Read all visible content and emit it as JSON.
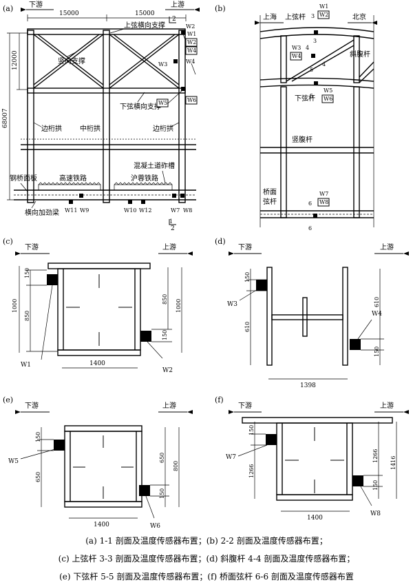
{
  "panels": {
    "a": {
      "label": "(a)",
      "downstream": "下游",
      "upstream": "上游",
      "dim_left": "15000",
      "dim_right": "15000",
      "dim_height": "12000",
      "dim_total": "68007",
      "upper_bracing": "上弦横向支撑",
      "vertical_bracing": "竖向支撑",
      "lower_bracing": "下弦横向支撑",
      "side_truss_left": "边桁拱",
      "mid_truss": "中桁拱",
      "side_truss_right": "边桁拱",
      "concrete_trough": "混凝土道砟槽",
      "steel_deck": "钢桥面板",
      "high_speed": "高速铁路",
      "hurong": "沪蓉铁路",
      "stiff_beam": "横向加劲梁",
      "sec2_top": "2",
      "sec2_bottom": "2",
      "sec1": "1",
      "sensors": {
        "w1": "W1",
        "w2": "W2",
        "w3": "W3",
        "w4": "W4",
        "w5": "W5",
        "w6": "W6",
        "w7": "W7",
        "w8": "W8",
        "w9": "W9",
        "w10": "W10",
        "w11": "W11",
        "w12": "W12"
      }
    },
    "b": {
      "label": "(b)",
      "shanghai": "上海",
      "beijing": "北京",
      "upper_chord": "上弦杆",
      "diag_web": "斜腹杆",
      "lower_chord": "下弦杆",
      "vert_web": "竖腹杆",
      "deck_chord_1": "桥面",
      "deck_chord_2": "弦杆",
      "sec3": "3",
      "sec4": "4",
      "sec5": "5",
      "sec6": "6",
      "sensors": {
        "w1": "W1",
        "w2": "W2",
        "w3": "W3",
        "w4": "W4",
        "w5": "W5",
        "w6": "W6",
        "w7": "W7",
        "w8": "W8"
      }
    },
    "c": {
      "label": "(c)",
      "downstream": "下游",
      "upstream": "上游",
      "d150a": "150",
      "d850a": "850",
      "d1000a": "1000",
      "d850b": "850",
      "d1000b": "1000",
      "d150b": "150",
      "width": "1400",
      "s1": "W1",
      "s2": "W2"
    },
    "d": {
      "label": "(d)",
      "downstream": "下游",
      "upstream": "上游",
      "d150a": "150",
      "d610a": "610",
      "d610b": "610",
      "d150b": "150",
      "width": "1398",
      "s1": "W3",
      "s2": "W4"
    },
    "e": {
      "label": "(e)",
      "downstream": "下游",
      "upstream": "上游",
      "d150a": "150",
      "d650a": "650",
      "d650b": "650",
      "d800": "800",
      "d150b": "150",
      "width": "1400",
      "s1": "W5",
      "s2": "W6"
    },
    "f": {
      "label": "(f)",
      "downstream": "下游",
      "upstream": "上游",
      "d150a": "150",
      "d1266a": "1266",
      "d1266b": "1266",
      "d1416": "1416",
      "d150b": "150",
      "width": "1400",
      "s1": "W7",
      "s2": "W8"
    }
  },
  "captions": [
    "(a) 1-1 剖面及温度传感器布置；(b) 2-2 剖面及温度传感器布置；",
    "(c) 上弦杆 3-3 剖面及温度传感器布置；(d) 斜腹杆 4-4 剖面及温度传感器布置；",
    "(e) 下弦杆 5-5 剖面及温度传感器布置；(f) 桥面弦杆 6-6 剖面及温度传感器布置"
  ]
}
